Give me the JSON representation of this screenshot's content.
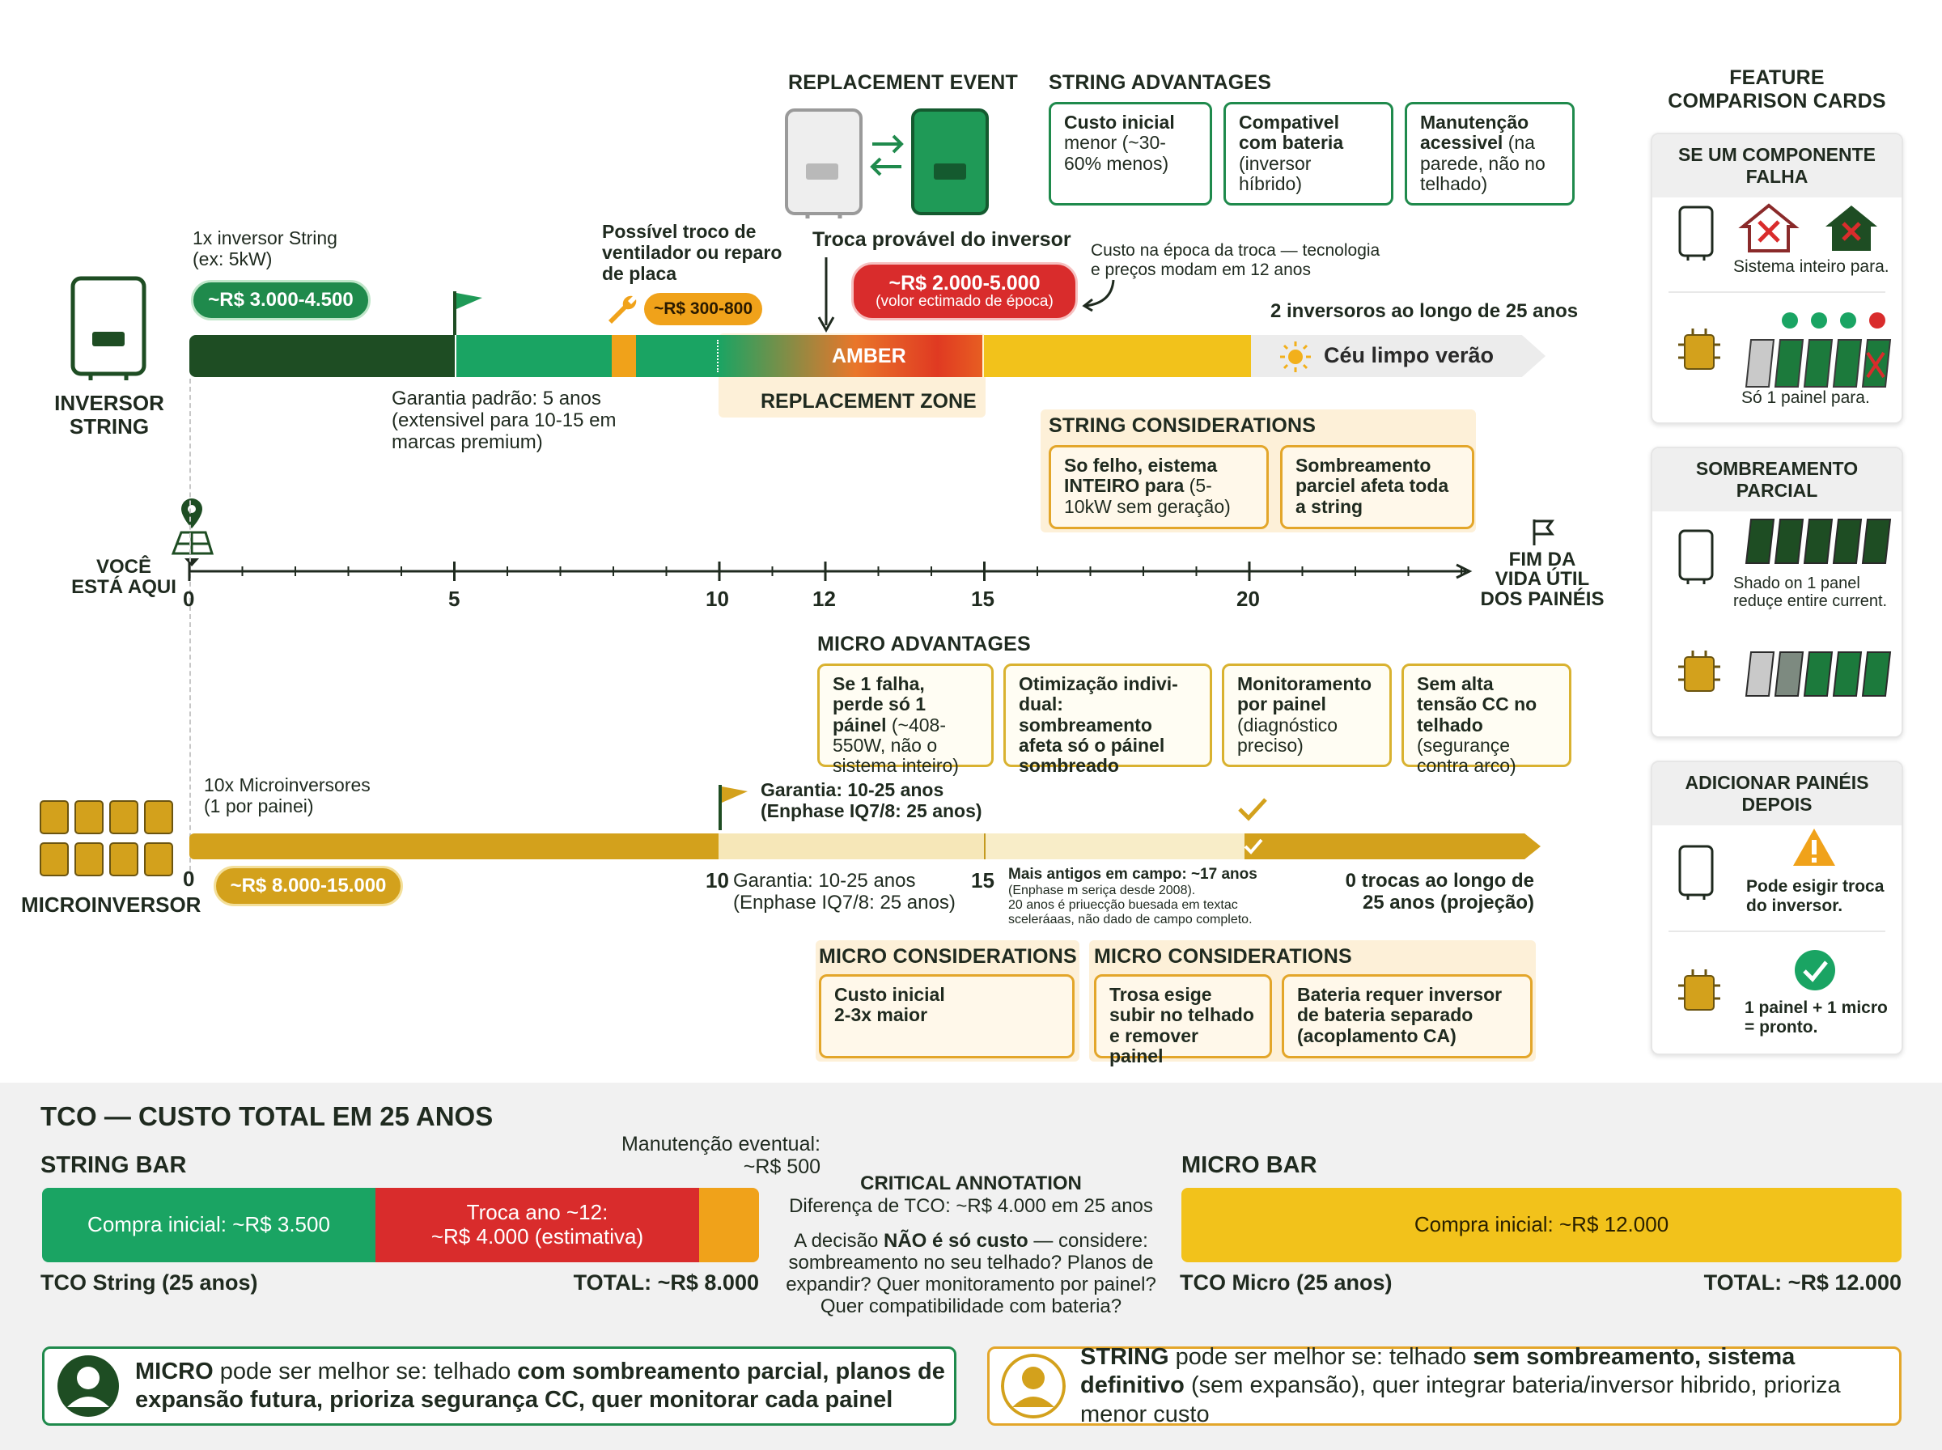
{
  "headers": {
    "replacement_event": "REPLACEMENT EVENT",
    "string_advantages": "STRING ADVANTAGES",
    "feature_cards": "FEATURE\nCOMPARISON CARDS",
    "string_considerations": "STRING CONSIDERATIONS",
    "micro_advantages": "MICRO ADVANTAGES",
    "micro_considerations_1": "MICRO CONSIDERATIONS",
    "micro_considerations_2": "MICRO CONSIDERATIONS"
  },
  "string_adv_cards": [
    {
      "bold": "Custo inicial",
      "rest": " menor (~30-60% menos)"
    },
    {
      "bold": "Compativel com bateria",
      "rest": " (inversor híbrido)"
    },
    {
      "bold": "Manutenção acessivel",
      "rest": " (na parede, não no telhado)"
    }
  ],
  "string_row": {
    "device_label": "INVERSOR\nSTRING",
    "inverter_note": "1x inversor String\n(ex: 5kW)",
    "price_pill": "~R$ 3.000-4.500",
    "fan_note": "Possível troco de ventilador ou reparo de placa",
    "fan_pill": "~R$ 300-800",
    "replace_note": "Troca provável do inversor",
    "replace_pill_main": "~R$ 2.000-5.000",
    "replace_pill_sub": "(volor ectimado de época)",
    "replace_cost_note": "Custo na época da troca — tecnologia\ne preços modam em 12 anos",
    "inverters_note": "2 inversoros ao longo de 25 anos",
    "amber_label": "AMBER",
    "sky_label": "Céu limpo verão",
    "warranty_note": "Garantia padrão: 5 anos\n(extensivel para 10-15 em\nmarcas premium)",
    "replacement_zone": "REPLACEMENT ZONE"
  },
  "string_cons_cards": [
    {
      "bold": "So felho, eistema INTEIRO para",
      "rest": " (5-10kW sem geração)"
    },
    {
      "bold": "Sombreamento parciel afeta toda a string",
      "rest": ""
    }
  ],
  "axis": {
    "you_are_here": "VOCÊ\nESTÁ AQUI",
    "ticks": [
      "0",
      "5",
      "10",
      "12",
      "15",
      "20"
    ],
    "end_label": "FIM DA\nVIDA ÚTIL\nDOS PAINÉIS"
  },
  "micro_adv_cards": [
    {
      "bold": "Se 1 falha, perde só 1 páinel",
      "rest": " (~408-550W, não o sistema inteiro)"
    },
    {
      "bold": "Otimização indivi-dual: sombreamento afeta só o páinel sombreado",
      "rest": ""
    },
    {
      "bold": "Monitoramento por painel",
      "rest": " (diagnóstico preciso)"
    },
    {
      "bold": "Sem alta tensão CC no telhado",
      "rest": " (segurançe contra arco)"
    }
  ],
  "micro_row": {
    "device_label": "MICROINVERSOR",
    "micro_note": "10x Microinversores\n(1 por painei)",
    "zero": "0",
    "price_pill": "~R$ 8.000-15.000",
    "warranty_flag_note": "Garantia: 10-25 anos\n(Enphase IQ7/8: 25 anos)",
    "ten_label": "10",
    "warranty_below": "Garantia: 10-25 anos\n(Enphase IQ7/8: 25 anos)",
    "fifteen_label": "15",
    "oldest_title": "Mais antigos em campo: ~17 anos",
    "oldest_detail": "(Enphase m seriça desde 2008).\n20 anos é priuecção buesada em textac\nsceleráaas, não dado de campo completo.",
    "zero_swaps": "0 trocas ao longo de\n25 anos (projeção)"
  },
  "micro_cons_cards": [
    {
      "bold": "Custo inicial\n2-3x maior",
      "rest": ""
    },
    {
      "bold": "Trosa esige subir no telhado e remover painel",
      "rest": ""
    },
    {
      "bold": "Bateria requer inversor de bateria separado (acoplamento CA)",
      "rest": ""
    }
  ],
  "side_cards": [
    {
      "title": "SE UM COMPONENTE FALHA",
      "row1": "Sistema inteiro para.",
      "row2": "Só 1 painel para."
    },
    {
      "title": "SOMBREAMENTO PARCIAL",
      "row1": "Shado on 1 panel\nreduçe entire current.",
      "row2": ""
    },
    {
      "title": "ADICIONAR PAINÉIS DEPOIS",
      "row1": "Pode esigir troca\ndo inversor.",
      "row2": "1 painel + 1 micro\n= pronto."
    }
  ],
  "tco": {
    "title": "TCO — CUSTO TOTAL EM 25 ANOS",
    "string_bar_title": "STRING BAR",
    "maint_note": "Manutenção eventual:\n~R$ 500",
    "seg1": "Compra inicial: ~R$ 3.500",
    "seg2": "Troca ano ~12:\n~R$ 4.000 (estimativa)",
    "string_caption": "TCO String (25 anos)",
    "string_total": "TOTAL: ~R$ 8.000",
    "critical_title": "CRITICAL ANNOTATION",
    "critical_diff": "Diferença de TCO: ~R$ 4.000 em 25 anos",
    "critical_body_pre": "A decisão ",
    "critical_body_bold": "NÃO é só custo",
    "critical_body_post": " — considere:\nsombreamento no seu telhado? Planos de\nexpandir? Quer monitoramento por painel?\nQuer compatibilidade com bateria?",
    "micro_bar_title": "MICRO BAR",
    "micro_seg": "Compra inicial: ~R$ 12.000",
    "micro_caption": "TCO Micro (25 anos)",
    "micro_total": "TOTAL: ~R$ 12.000"
  },
  "who": {
    "micro_lead": "MICRO",
    "micro_text_1": " pode ser melhor se: telhado ",
    "micro_text_2": "com sombreamento parcial, planos de expansão futura, prioriza segurança CC, quer monitorar cada painel",
    "string_lead": "STRING",
    "string_text_1": " pode ser melhor se: telhado ",
    "string_text_2": "sem sombreamento, sistema definitivo",
    "string_text_3": " (sem expansão), quer integrar bateria/inversor hibrido, prioriza menor custo"
  },
  "colors": {
    "dark_green": "#1e4d23",
    "green": "#1aa463",
    "orange": "#f0a21a",
    "red": "#d92c2c",
    "yellow": "#f2c21b",
    "gold": "#d3a11c"
  }
}
